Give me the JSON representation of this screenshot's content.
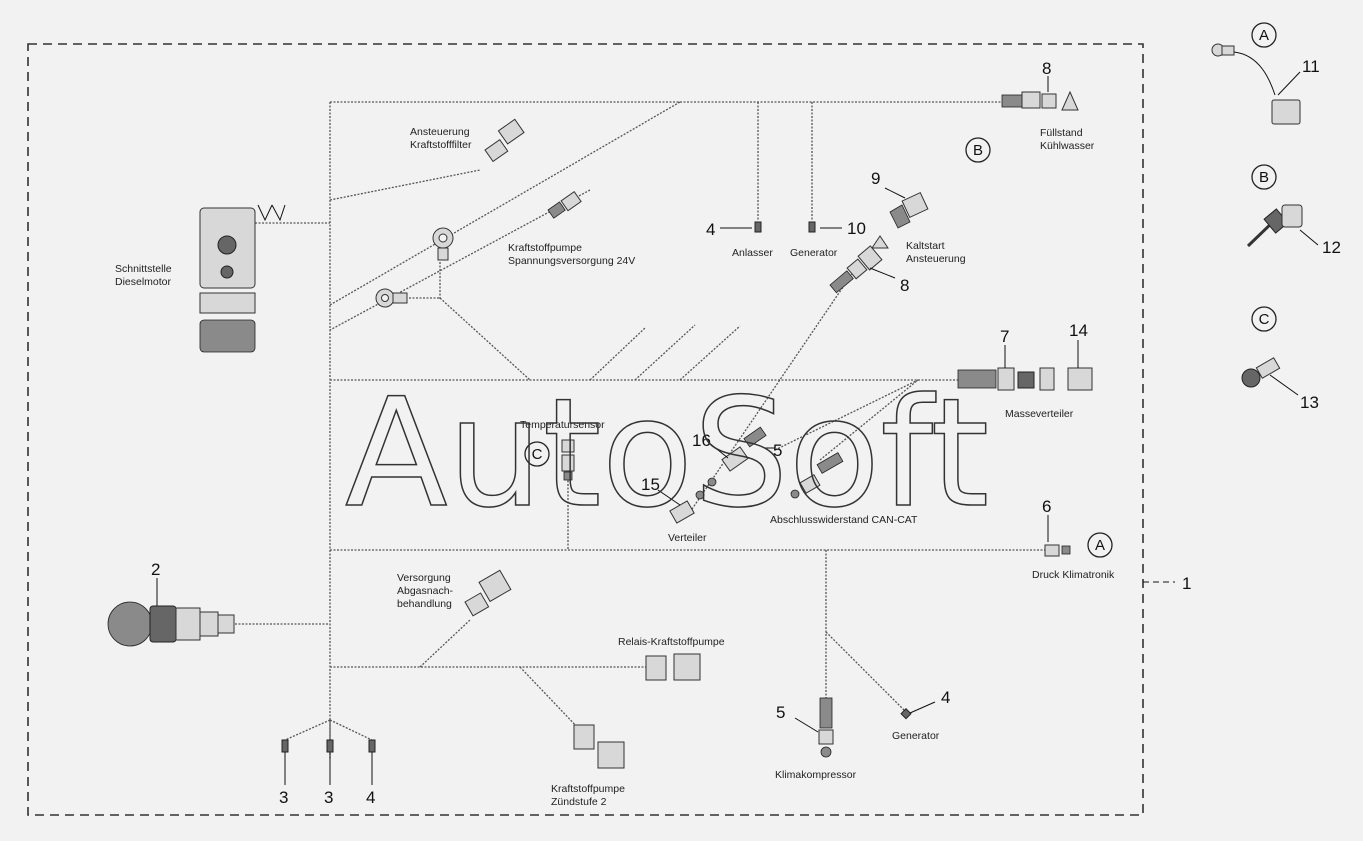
{
  "watermark": "AutoSoft",
  "labels": {
    "schnittstelle": [
      "Schnittstelle",
      "Dieselmotor"
    ],
    "ansteuerung": [
      "Ansteuerung",
      "Kraftstofffilter"
    ],
    "kraftstoffpumpe": [
      "Kraftstoffpumpe",
      "Spannungsversorgung 24V"
    ],
    "anlasser": "Anlasser",
    "generator_top": "Generator",
    "fuellstand": [
      "Füllstand",
      "Kühlwasser"
    ],
    "kaltstart": [
      "Kaltstart",
      "Ansteuerung"
    ],
    "masseverteiler": "Masseverteiler",
    "temperatursensor": "Temperatursensor",
    "verteiler": "Verteiler",
    "abschluss": "Abschlusswiderstand CAN-CAT",
    "druck": "Druck Klimatronik",
    "versorgung": [
      "Versorgung",
      "Abgasnach-",
      "behandlung"
    ],
    "relais": "Relais-Kraftstoffpumpe",
    "zuendstufe": [
      "Kraftstoffpumpe",
      "Zündstufe 2"
    ],
    "klimakompressor": "Klimakompressor",
    "generator_bottom": "Generator"
  },
  "numbers": {
    "n8_top": "8",
    "n9": "9",
    "n4_top": "4",
    "n10": "10",
    "n8_mid": "8",
    "n7": "7",
    "n14": "14",
    "n16": "16",
    "n5_mid": "5",
    "n15": "15",
    "n6": "6",
    "n1": "1",
    "n2": "2",
    "n5_bottom": "5",
    "n4_gen": "4",
    "n3a": "3",
    "n3b": "3",
    "n4_left": "4",
    "n11": "11",
    "n12": "12",
    "n13": "13"
  },
  "circles": {
    "b_main": "B",
    "c_main": "C",
    "a_main": "A",
    "a_side": "A",
    "b_side": "B",
    "c_side": "C"
  }
}
